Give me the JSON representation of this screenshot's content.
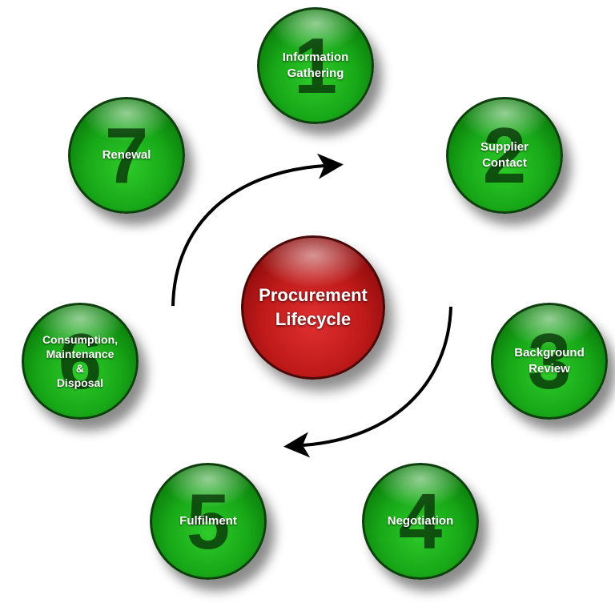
{
  "center": {
    "label": "Procurement\nLifecycle",
    "color": "#c01a1a"
  },
  "steps": [
    {
      "number": "1",
      "label": "Information\nGathering"
    },
    {
      "number": "2",
      "label": "Supplier\nContact"
    },
    {
      "number": "3",
      "label": "Background\nReview"
    },
    {
      "number": "4",
      "label": "Negotiation"
    },
    {
      "number": "5",
      "label": "Fulfilment"
    },
    {
      "number": "6",
      "label": "Consumption,\nMaintenance\n&\nDisposal"
    },
    {
      "number": "7",
      "label": "Renewal"
    }
  ],
  "colors": {
    "step": "#18a818",
    "center": "#c01a1a",
    "arrow": "#000000"
  }
}
